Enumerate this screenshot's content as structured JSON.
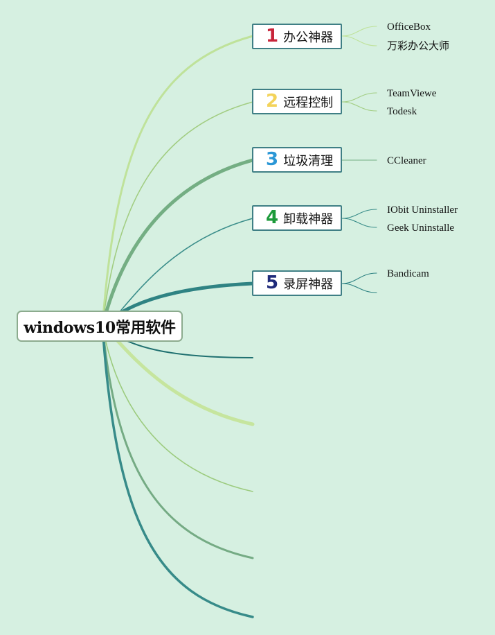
{
  "root": {
    "label": "windows10常用软件"
  },
  "branches": [
    {
      "num": "1",
      "label": "办公神器",
      "num_color": "#c8243a",
      "line_color": "#bfe29a",
      "leaves": [
        {
          "label": "OfficeBox"
        },
        {
          "label": "万彩办公大师"
        }
      ]
    },
    {
      "num": "2",
      "label": "远程控制",
      "num_color": "#f3d35a",
      "line_color": "#a2cd82",
      "leaves": [
        {
          "label": "TeamViewe"
        },
        {
          "label": "Todesk"
        }
      ]
    },
    {
      "num": "3",
      "label": "垃圾清理",
      "num_color": "#2b97d6",
      "line_color": "#74ae83",
      "leaves": [
        {
          "label": "CCleaner"
        }
      ]
    },
    {
      "num": "4",
      "label": "卸载神器",
      "num_color": "#1c9a3a",
      "line_color": "#3a8d8a",
      "leaves": [
        {
          "label": "IObit Uninstaller"
        },
        {
          "label": "Geek Uninstalle"
        }
      ]
    },
    {
      "num": "5",
      "label": "录屏神器",
      "num_color": "#1f2a7a",
      "line_color": "#2f8383",
      "leaves": [
        {
          "label": "Bandicam"
        },
        {
          "label": ""
        }
      ]
    }
  ],
  "empty_branch_colors": [
    "#1f7070",
    "#c6e59e",
    "#9ccb7e",
    "#75ab84",
    "#378b89"
  ]
}
